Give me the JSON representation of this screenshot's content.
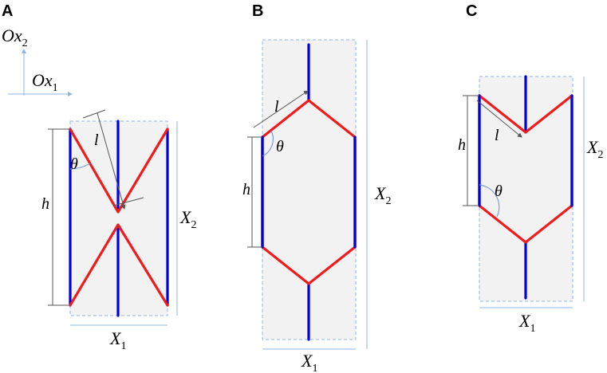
{
  "panels": {
    "a": {
      "label": "A"
    },
    "b": {
      "label": "B"
    },
    "c": {
      "label": "C"
    }
  },
  "axes": {
    "x2": {
      "main": "Ox",
      "sub": "2"
    },
    "x1": {
      "main": "Ox",
      "sub": "1"
    }
  },
  "symbols": {
    "h": "h",
    "l": "l",
    "theta": "θ",
    "X": "X",
    "sub1": "1",
    "sub2": "2"
  },
  "colors": {
    "vertical_members": "#0000dd",
    "inclined_members": "#ee1c1c",
    "cell_fill": "#f2f2f2",
    "cell_border": "#8fb4e3"
  }
}
